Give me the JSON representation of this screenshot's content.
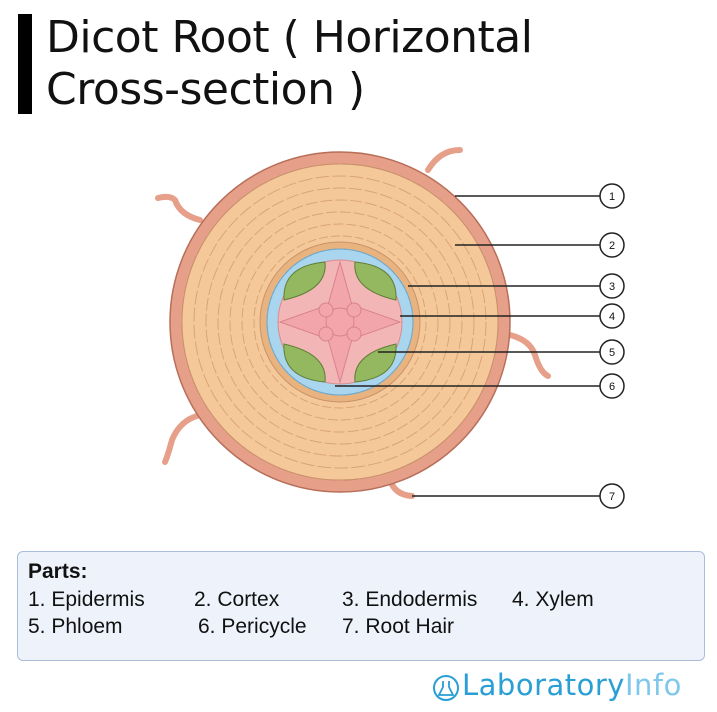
{
  "title": {
    "line1": "Dicot Root ( Horizontal",
    "line2": "Cross-section )"
  },
  "callouts": [
    "1",
    "2",
    "3",
    "4",
    "5",
    "6",
    "7"
  ],
  "legend": {
    "heading": "Parts:",
    "items": [
      "1. Epidermis",
      "2. Cortex",
      "3. Endodermis",
      "4. Xylem",
      "5. Phloem",
      "6. Pericycle",
      "7. Root Hair"
    ]
  },
  "brand": {
    "name_part1": "Laboratory",
    "name_part2": "Info"
  },
  "colors": {
    "epidermis": "#e6a08a",
    "cortex": "#f5c89a",
    "pericycle": "#e8b37e",
    "endodermis": "#a9d5ee",
    "xylem": "#f2b6b6",
    "phloem": "#94b85f",
    "brand": "#2a9fd6"
  }
}
